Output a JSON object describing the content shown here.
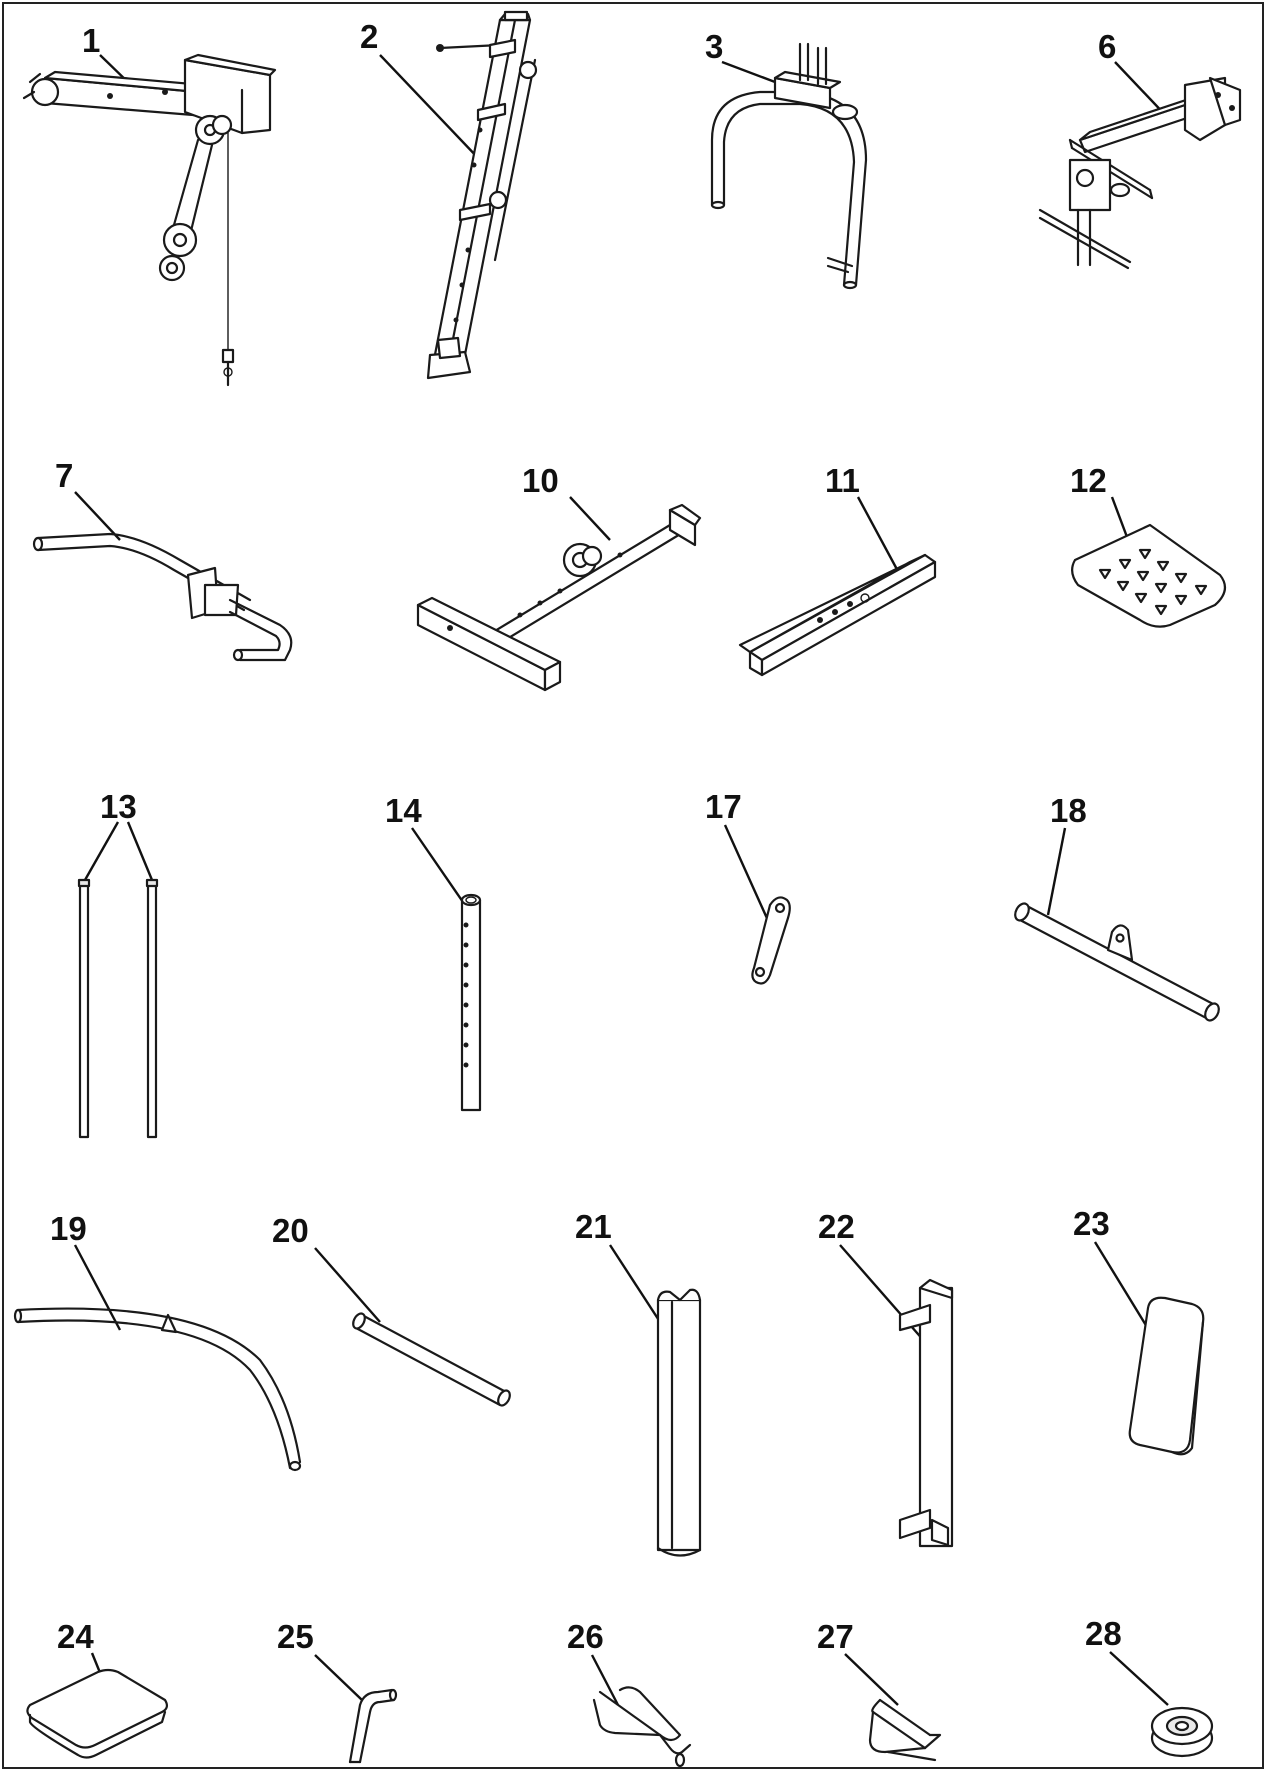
{
  "parts": [
    {
      "id": "p1",
      "label": "1"
    },
    {
      "id": "p2",
      "label": "2"
    },
    {
      "id": "p3",
      "label": "3"
    },
    {
      "id": "p6",
      "label": "6"
    },
    {
      "id": "p7",
      "label": "7"
    },
    {
      "id": "p10",
      "label": "10"
    },
    {
      "id": "p11",
      "label": "11"
    },
    {
      "id": "p12",
      "label": "12"
    },
    {
      "id": "p13",
      "label": "13"
    },
    {
      "id": "p14",
      "label": "14"
    },
    {
      "id": "p17",
      "label": "17"
    },
    {
      "id": "p18",
      "label": "18"
    },
    {
      "id": "p19",
      "label": "19"
    },
    {
      "id": "p20",
      "label": "20"
    },
    {
      "id": "p21",
      "label": "21"
    },
    {
      "id": "p22",
      "label": "22"
    },
    {
      "id": "p23",
      "label": "23"
    },
    {
      "id": "p24",
      "label": "24"
    },
    {
      "id": "p25",
      "label": "25"
    },
    {
      "id": "p26",
      "label": "26"
    },
    {
      "id": "p27",
      "label": "27"
    },
    {
      "id": "p28",
      "label": "28"
    }
  ]
}
